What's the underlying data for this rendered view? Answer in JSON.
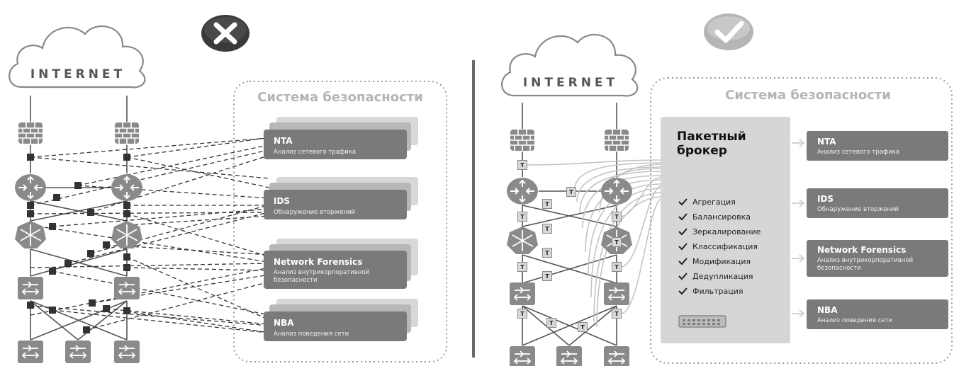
{
  "wrong_panel": {
    "status_icon": "cross-icon",
    "cloud_label": "INTERNET",
    "security_title": "Система безопасности",
    "cards": [
      {
        "title": "NTA",
        "subtitle": [
          "Анализ сетевого трафика"
        ]
      },
      {
        "title": "IDS",
        "subtitle": [
          "Обнаружение вторжений"
        ]
      },
      {
        "title": "Network Forensics",
        "subtitle": [
          "Анализ внутрикорпоративной",
          "безопасности"
        ]
      },
      {
        "title": "NBA",
        "subtitle": [
          "Анализ поведения сети"
        ]
      }
    ]
  },
  "right_panel": {
    "status_icon": "check-icon",
    "cloud_label": "INTERNET",
    "security_title": "Система безопасности",
    "tap_label": "T",
    "broker": {
      "title": [
        "Пакетный",
        "брокер"
      ],
      "features": [
        "Агрегация",
        "Балансировка",
        "Зеркалирование",
        "Классификация",
        "Модификация",
        "Дедупликация",
        "Фильтрация"
      ]
    },
    "cards": [
      {
        "title": "NTA",
        "subtitle": [
          "Анализ сетевого трафика"
        ]
      },
      {
        "title": "IDS",
        "subtitle": [
          "Обнаружение вторжений"
        ]
      },
      {
        "title": "Network Forensics",
        "subtitle": [
          "Анализ внутрикорпоративной",
          "безопасности"
        ]
      },
      {
        "title": "NBA",
        "subtitle": [
          "Анализ поведения сети"
        ]
      }
    ]
  },
  "colors": {
    "card": "#7a7a7a",
    "card_shadow": "#c8c8c8",
    "broker_bg": "#d6d6d6",
    "line": "#444444",
    "dotted_border": "#9a9a9a"
  }
}
